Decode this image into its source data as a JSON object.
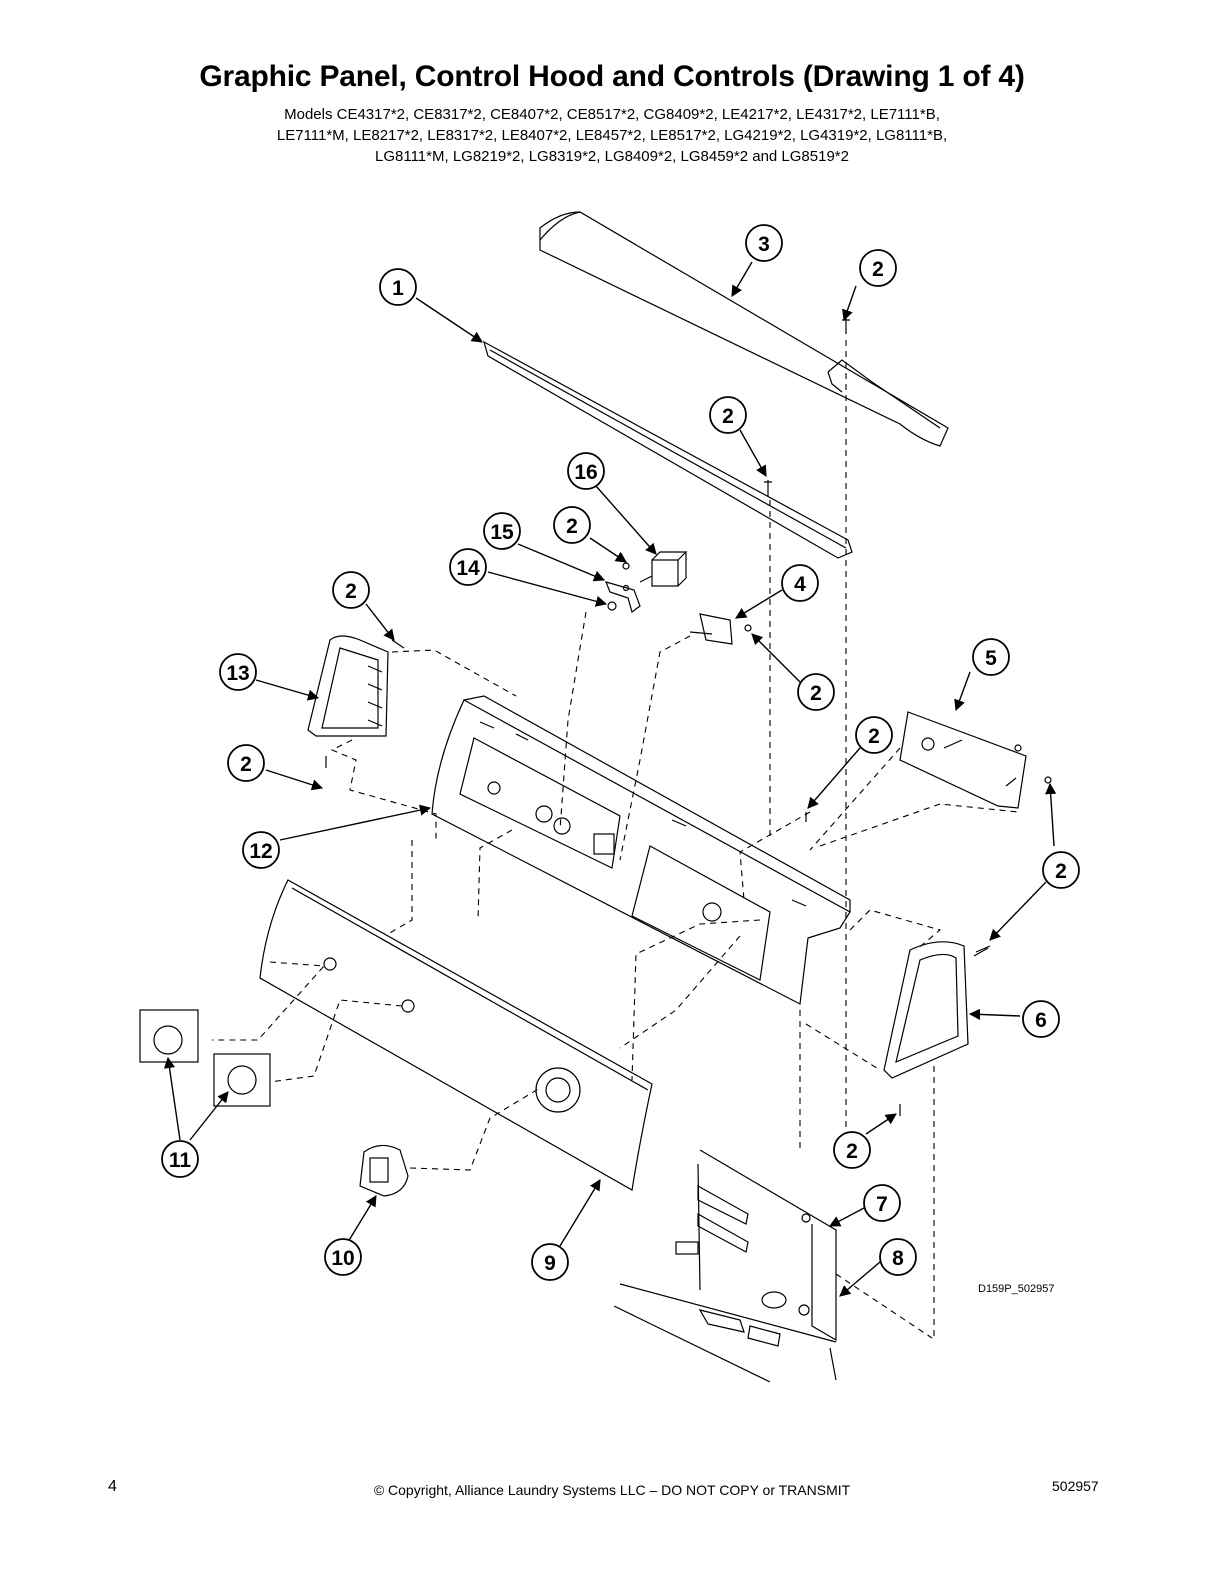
{
  "title": "Graphic Panel, Control Hood and Controls (Drawing 1 of 4)",
  "models": [
    "Models CE4317*2, CE8317*2, CE8407*2, CE8517*2, CG8409*2, LE4217*2, LE4317*2, LE7111*B,",
    "LE7111*M, LE8217*2, LE8317*2, LE8407*2, LE8457*2, LE8517*2, LG4219*2, LG4319*2, LG8111*B,",
    "LG8111*M, LG8219*2, LG8319*2, LG8409*2, LG8459*2 and LG8519*2"
  ],
  "drawing_code": "D159P_502957",
  "callouts": [
    "1",
    "2",
    "3",
    "4",
    "5",
    "6",
    "7",
    "8",
    "9",
    "10",
    "11",
    "12",
    "13",
    "14",
    "15",
    "16"
  ],
  "footer": {
    "page_number": "4",
    "copyright": "© Copyright, Alliance Laundry Systems LLC – DO NOT COPY or TRANSMIT",
    "document_number": "502957"
  }
}
